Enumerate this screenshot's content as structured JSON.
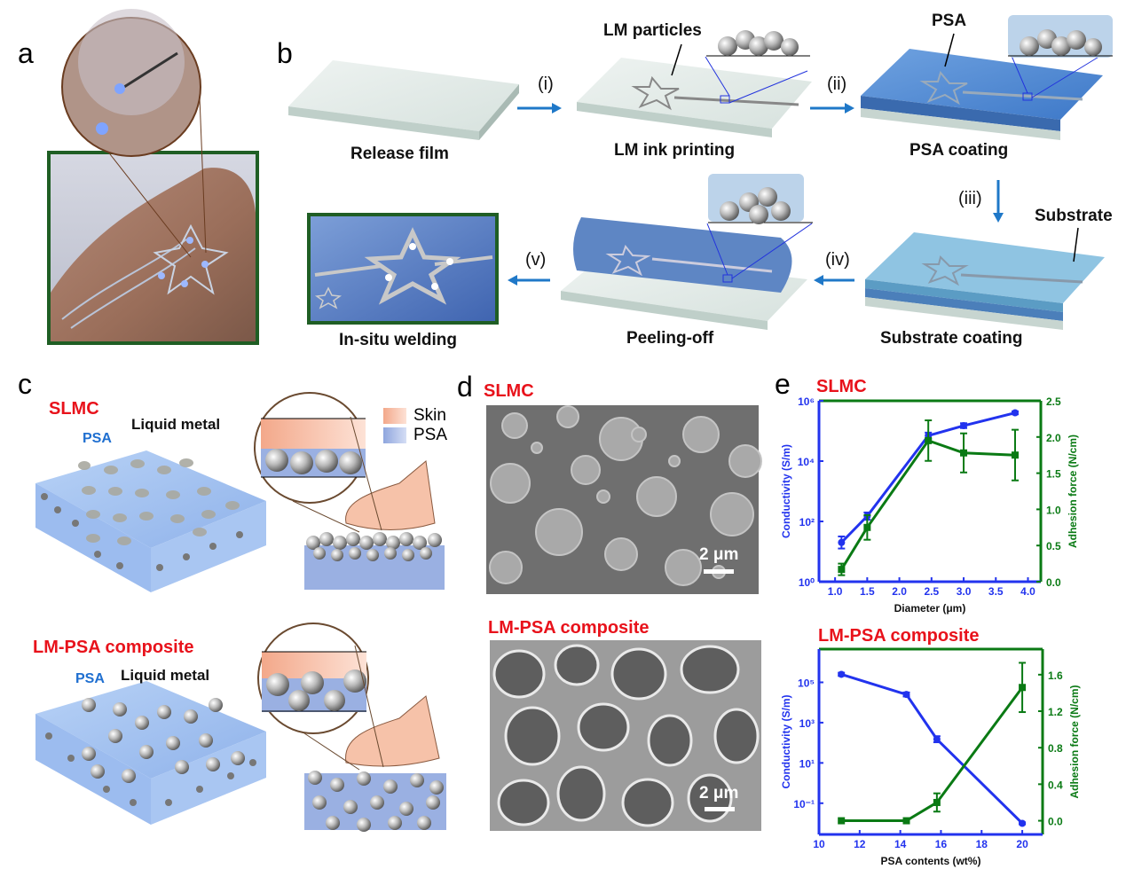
{
  "panels": {
    "a": "a",
    "b": "b",
    "c": "c",
    "d": "d",
    "e": "e"
  },
  "b": {
    "steps": [
      "(i)",
      "(ii)",
      "(iii)",
      "(iv)",
      "(v)"
    ],
    "captions": {
      "release": "Release film",
      "printing": "LM ink printing",
      "psa_coating": "PSA coating",
      "substrate_coating": "Substrate coating",
      "peeling": "Peeling-off",
      "welding": "In-situ welding"
    },
    "callouts": {
      "lm_particles": "LM particles",
      "psa": "PSA",
      "substrate": "Substrate"
    }
  },
  "c": {
    "slmc_title": "SLMC",
    "composite_title": "LM-PSA composite",
    "psa": "PSA",
    "liquid_metal": "Liquid metal",
    "legend": {
      "skin": "Skin",
      "psa": "PSA"
    },
    "colors": {
      "skin": "#f3a88a",
      "psa": "#8fa6de"
    }
  },
  "d": {
    "slmc_title": "SLMC",
    "composite_title": "LM-PSA composite",
    "scale": "2 μm"
  },
  "e": {
    "slmc_title": "SLMC",
    "composite_title": "LM-PSA composite"
  },
  "colors": {
    "conductivity": "#2233ee",
    "adhesion": "#0a7a14",
    "title_red": "#e8121b"
  },
  "chart_data": [
    {
      "type": "line",
      "title": "SLMC",
      "xlabel": "Diameter (μm)",
      "ylabel": "Conductivity (S/m)",
      "y2label": "Adhesion force (N/cm)",
      "xlim": [
        0.75,
        4.2
      ],
      "ylim_log10": [
        0,
        6
      ],
      "y2lim": [
        0,
        2.5
      ],
      "xticks": [
        1.0,
        1.5,
        2.0,
        2.5,
        3.0,
        3.5,
        4.0
      ],
      "xtick_labels": [
        "1.0",
        "1.5",
        "2.0",
        "2.5",
        "3.0",
        "3.5",
        "4.0"
      ],
      "yticks_log10": [
        0,
        2,
        4,
        6
      ],
      "ytick_labels": [
        "10⁰",
        "10²",
        "10⁴",
        "10⁶"
      ],
      "y2ticks": [
        0,
        0.5,
        1,
        1.5,
        2,
        2.5
      ],
      "y2tick_labels": [
        "0.0",
        "0.5",
        "1.0",
        "1.5",
        "2.0",
        "2.5"
      ],
      "series": [
        {
          "name": "Conductivity",
          "axis": "left",
          "x": [
            1.1,
            1.5,
            2.45,
            3.0,
            3.8
          ],
          "y": [
            20,
            150,
            70000,
            150000,
            400000
          ],
          "err_log10": [
            0.2,
            0.12,
            0.1,
            0.08,
            0.05
          ]
        },
        {
          "name": "Adhesion force",
          "axis": "right",
          "x": [
            1.1,
            1.5,
            2.45,
            3.0,
            3.8
          ],
          "y": [
            0.17,
            0.75,
            1.95,
            1.78,
            1.75
          ],
          "err": [
            0.08,
            0.17,
            0.28,
            0.27,
            0.35
          ]
        }
      ]
    },
    {
      "type": "line",
      "title": "LM-PSA composite",
      "xlabel": "PSA contents (wt%)",
      "ylabel": "Conductivity (S/m)",
      "y2label": "Adhesion force (N/cm)",
      "xlim": [
        10,
        21
      ],
      "ylim_log10": [
        -2.55,
        6.65
      ],
      "y2lim": [
        -0.15,
        1.88
      ],
      "xticks": [
        10,
        12,
        14,
        16,
        18,
        20
      ],
      "xtick_labels": [
        "10",
        "12",
        "14",
        "16",
        "18",
        "20"
      ],
      "yticks_log10": [
        -1,
        1,
        3,
        5
      ],
      "ytick_labels": [
        "10⁻¹",
        "10¹",
        "10³",
        "10⁵"
      ],
      "y2ticks": [
        0,
        0.4,
        0.8,
        1.2,
        1.6
      ],
      "y2tick_labels": [
        "0.0",
        "0.4",
        "0.8",
        "1.2",
        "1.6"
      ],
      "series": [
        {
          "name": "Conductivity",
          "axis": "left",
          "x": [
            11.1,
            14.3,
            15.8,
            20
          ],
          "y": [
            250000,
            25000,
            150,
            0.01
          ],
          "err_log10": [
            0.08,
            0.1,
            0.15,
            0.05
          ]
        },
        {
          "name": "Adhesion force",
          "axis": "right",
          "x": [
            11.1,
            14.3,
            15.8,
            20
          ],
          "y": [
            0,
            0,
            0.2,
            1.46
          ],
          "err": [
            0,
            0,
            0.1,
            0.27
          ]
        }
      ]
    }
  ]
}
